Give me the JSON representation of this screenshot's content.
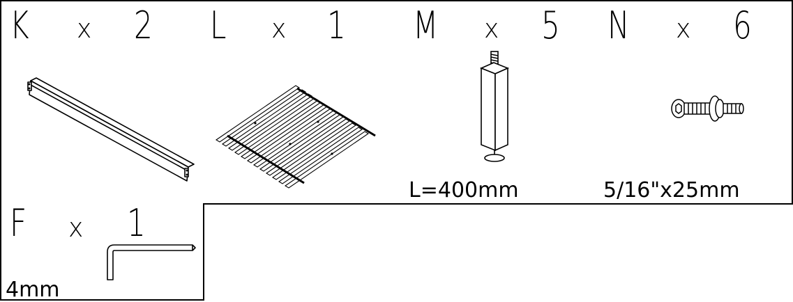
{
  "parts": [
    {
      "letter": "K",
      "times": "x",
      "quantity": "2",
      "caption": ""
    },
    {
      "letter": "L",
      "times": "x",
      "quantity": "1",
      "caption": ""
    },
    {
      "letter": "M",
      "times": "x",
      "quantity": "5",
      "caption": "L=400mm"
    },
    {
      "letter": "N",
      "times": "x",
      "quantity": "6",
      "caption": "5/16\"x25mm"
    },
    {
      "letter": "F",
      "times": "x",
      "quantity": "1",
      "caption": "4mm"
    }
  ],
  "icons": {
    "K": "rail-board-icon",
    "L": "slat-base-icon",
    "M": "leg-post-icon",
    "N": "bolt-set-icon",
    "F": "allen-key-icon"
  }
}
